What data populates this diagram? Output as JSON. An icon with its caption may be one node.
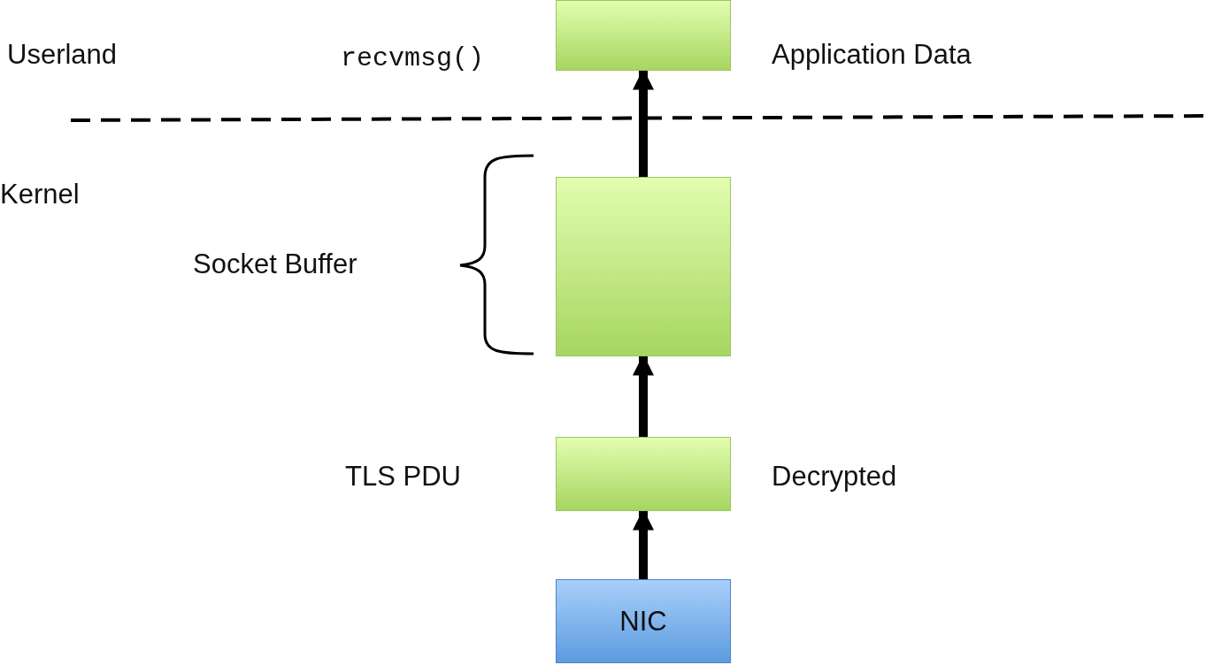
{
  "diagram": {
    "nodes": [
      {
        "text": [],
        "shape": "box",
        "beside": [
          "Application Data"
        ]
      },
      {
        "text": [],
        "shape": "box"
      },
      {
        "text": [],
        "shape": "box",
        "beside": [
          "TLS PDU",
          "Decrypted"
        ]
      },
      {
        "text": [
          "NIC"
        ]
      }
    ],
    "edges": [
      {
        "from": 3,
        "to": 2,
        "arrow": "to"
      },
      {
        "from": 2,
        "to": 1,
        "arrow": "to"
      },
      {
        "from": 1,
        "to": 0,
        "arrow": "to"
      }
    ],
    "labels": [
      "Userland",
      "recvmsg()",
      "Kernel",
      "Socket Buffer"
    ]
  }
}
